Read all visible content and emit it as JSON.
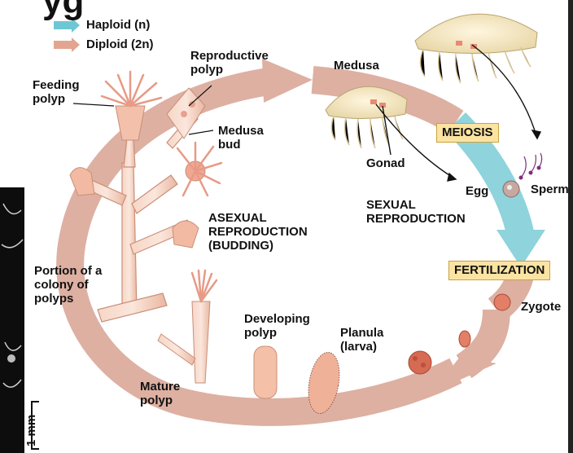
{
  "title_fragment": "yg",
  "legend": {
    "haploid": "Haploid (n)",
    "diploid": "Diploid (2n)",
    "haploid_color": "#6ec7d3",
    "diploid_color": "#e2a58f"
  },
  "labels": {
    "feeding_polyp": "Feeding polyp",
    "reproductive_polyp": "Reproductive polyp",
    "medusa_top": "Medusa",
    "medusa_bud": "Medusa bud",
    "gonad": "Gonad",
    "egg": "Egg",
    "sperm": "Sperm",
    "sexual_reproduction": "SEXUAL REPRODUCTION",
    "asexual_reproduction": "ASEXUAL REPRODUCTION (BUDDING)",
    "portion_colony": "Portion of a colony of polyps",
    "developing_polyp": "Developing polyp",
    "planula": "Planula (larva)",
    "mature_polyp": "Mature polyp",
    "zygote": "Zygote",
    "scale": "1 mm"
  },
  "boxes": {
    "meiosis": "MEIOSIS",
    "fertilization": "FERTILIZATION"
  },
  "colors": {
    "cycle_arrow": "#ddb0a2",
    "haploid_arrow": "#8fd3dc",
    "polyp_fill": "#f5c3b0",
    "box_fill": "#fbe3a2"
  }
}
